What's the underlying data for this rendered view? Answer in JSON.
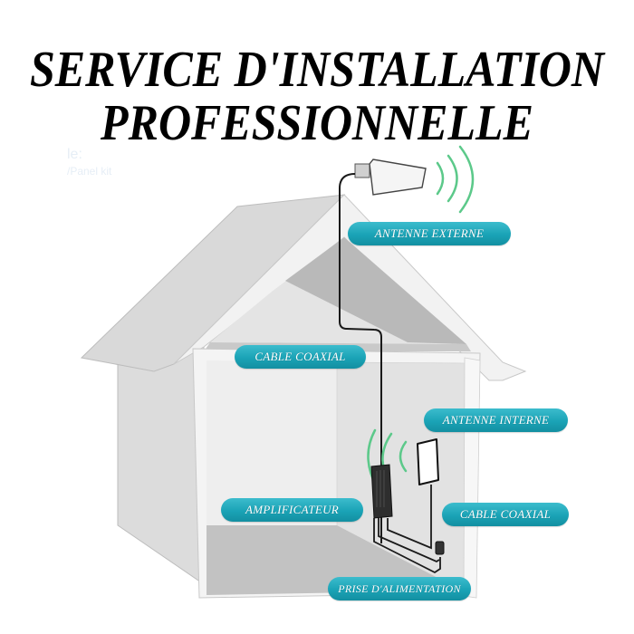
{
  "title": {
    "line1": "SERVICE D'INSTALLATION",
    "line2": "PROFESSIONNELLE"
  },
  "ghost_text": {
    "line1": "le:",
    "line2": "/Panel kit"
  },
  "labels": {
    "antenne_externe": "ANTENNE EXTERNE",
    "cable_coaxial_top": "CABLE COAXIAL",
    "antenne_interne": "ANTENNE INTERNE",
    "amplificateur": "AMPLIFICATEUR",
    "cable_coaxial_bottom": "CABLE COAXIAL",
    "prise_alimentation": "PRISE D'ALIMENTATION"
  },
  "colors": {
    "label_bg": "#1aa3b6",
    "signal_wave": "#5cc98a",
    "cable": "#1a1a1a",
    "house_light": "#ececec",
    "house_mid": "#d6d6d6",
    "house_dark": "#b8b8b8"
  }
}
